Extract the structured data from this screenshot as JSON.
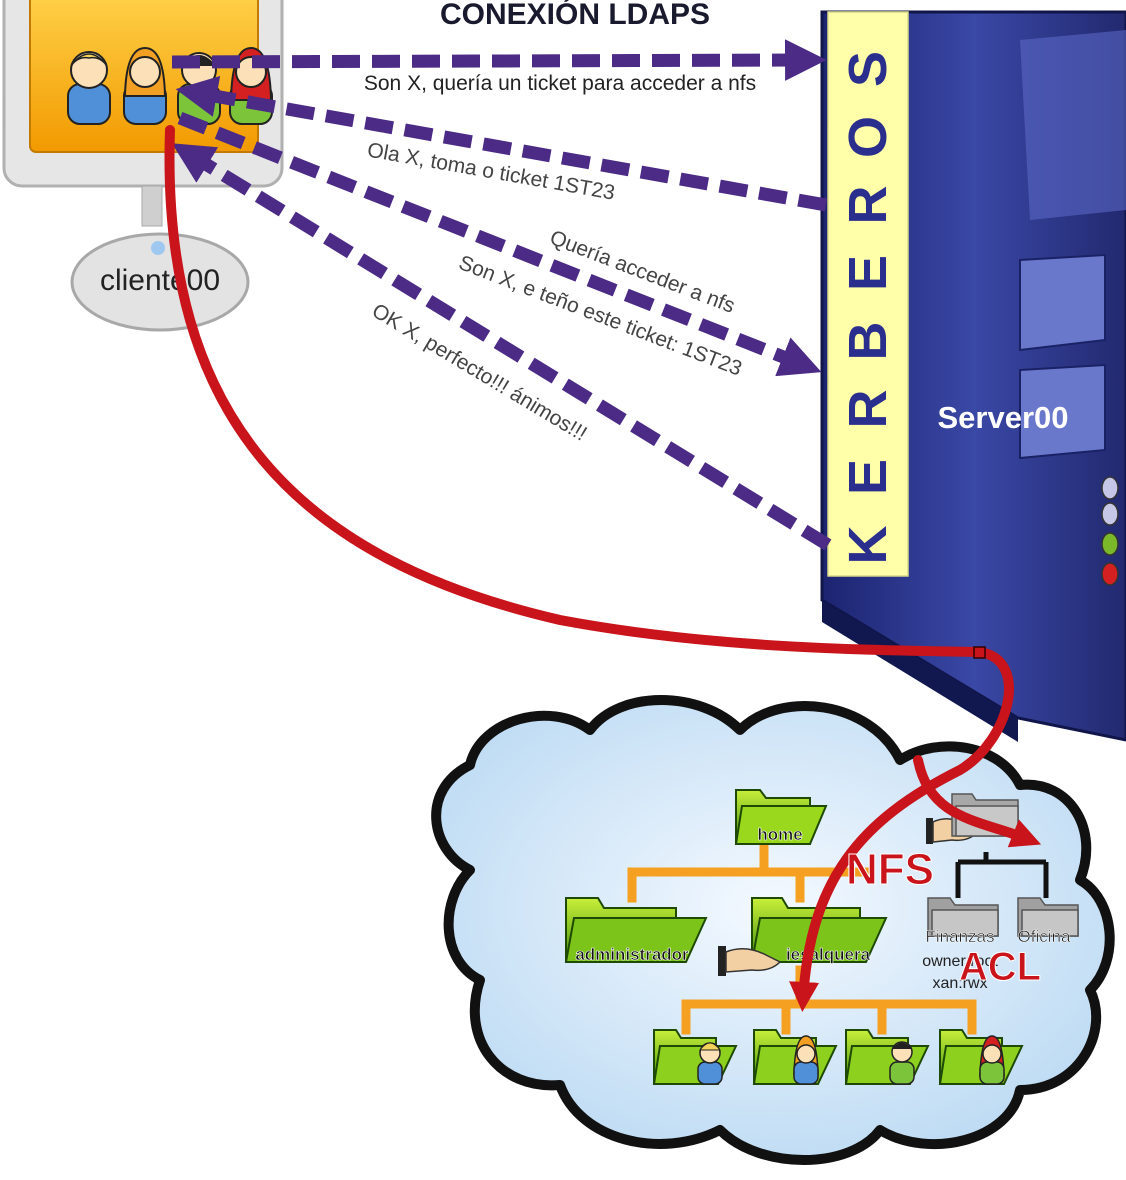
{
  "title": "CONEXIÓN LDAPS",
  "client": {
    "name": "cliente00"
  },
  "server": {
    "name": "Server00",
    "kerberos_letters": [
      "K",
      "E",
      "R",
      "B",
      "E",
      "R",
      "O",
      "S"
    ]
  },
  "messages": [
    "Son X, quería un ticket para acceder a nfs",
    "Ola X, toma o ticket 1ST23",
    "Quería acceder a nfs",
    "Son X, e teño este ticket: 1ST23",
    "OK X, perfecto!!! ánimos!!!"
  ],
  "nfs": {
    "label": "NFS",
    "folders": {
      "home": "home",
      "administrador": "administrador",
      "iesalquera": "iesalquera",
      "finanzas": "Finanzas",
      "oficina": "Oficina"
    }
  },
  "acl": {
    "label": "ACL",
    "rules": [
      "owner:root",
      "xan:rwx"
    ]
  },
  "colors": {
    "kerberos_band": "#ffffaa",
    "server_body": "#2e3a8c",
    "arrow_purple": "#4b2b86",
    "arrow_red": "#c8141a",
    "tree_orange": "#f5a020",
    "folder_green": "#7fc41a",
    "monitor_orange": "#f7a700",
    "cloud_blue": "#d9ebfa"
  }
}
